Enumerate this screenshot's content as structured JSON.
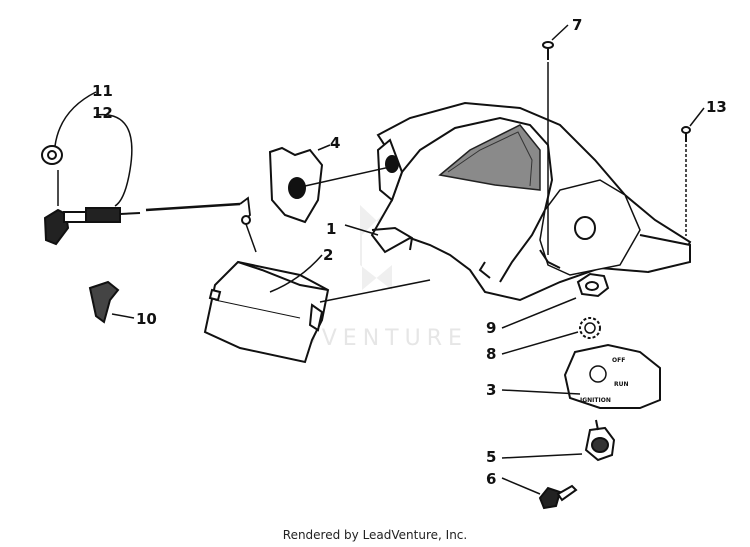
{
  "callouts": {
    "c1": "1",
    "c2": "2",
    "c3": "3",
    "c4": "4",
    "c5": "5",
    "c6": "6",
    "c7": "7",
    "c8": "8",
    "c9": "9",
    "c10": "10",
    "c11": "11",
    "c12": "12",
    "c13": "13"
  },
  "switch_plate": {
    "off": "OFF",
    "run": "RUN",
    "ignition": "IGNITION"
  },
  "watermark": "LEADVENTURE",
  "footer": "Rendered by LeadVenture, Inc."
}
